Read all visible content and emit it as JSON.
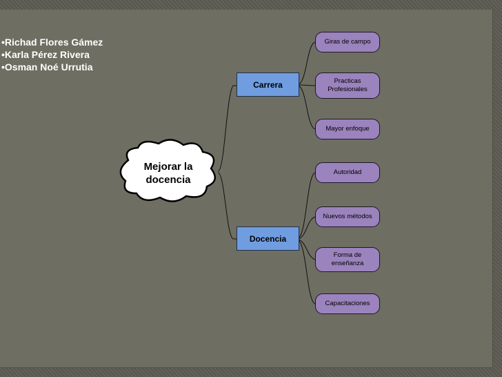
{
  "authors": [
    "•Richad Flores Gámez",
    "•Karla Pérez Rivera",
    "•Osman Noé Urrutia"
  ],
  "central": {
    "line1": "Mejorar la",
    "line2": "docencia"
  },
  "branches": {
    "carrera": "Carrera",
    "docencia": "Docencia"
  },
  "carrera_items": {
    "giras": "Giras de campo",
    "practicas_1": "Practicas",
    "practicas_2": "Profesionales",
    "mayor": "Mayor enfoque"
  },
  "docencia_items": {
    "autoridad": "Autoridad",
    "nuevos": "Nuevos métodos",
    "forma_1": "Forma de",
    "forma_2": "enseñanza",
    "capacitaciones": "Capacitaciones"
  },
  "colors": {
    "background": "#6e6e63",
    "branch_fill": "#6f9de0",
    "leaf_fill": "#9b83bd",
    "connector": "#111111"
  }
}
